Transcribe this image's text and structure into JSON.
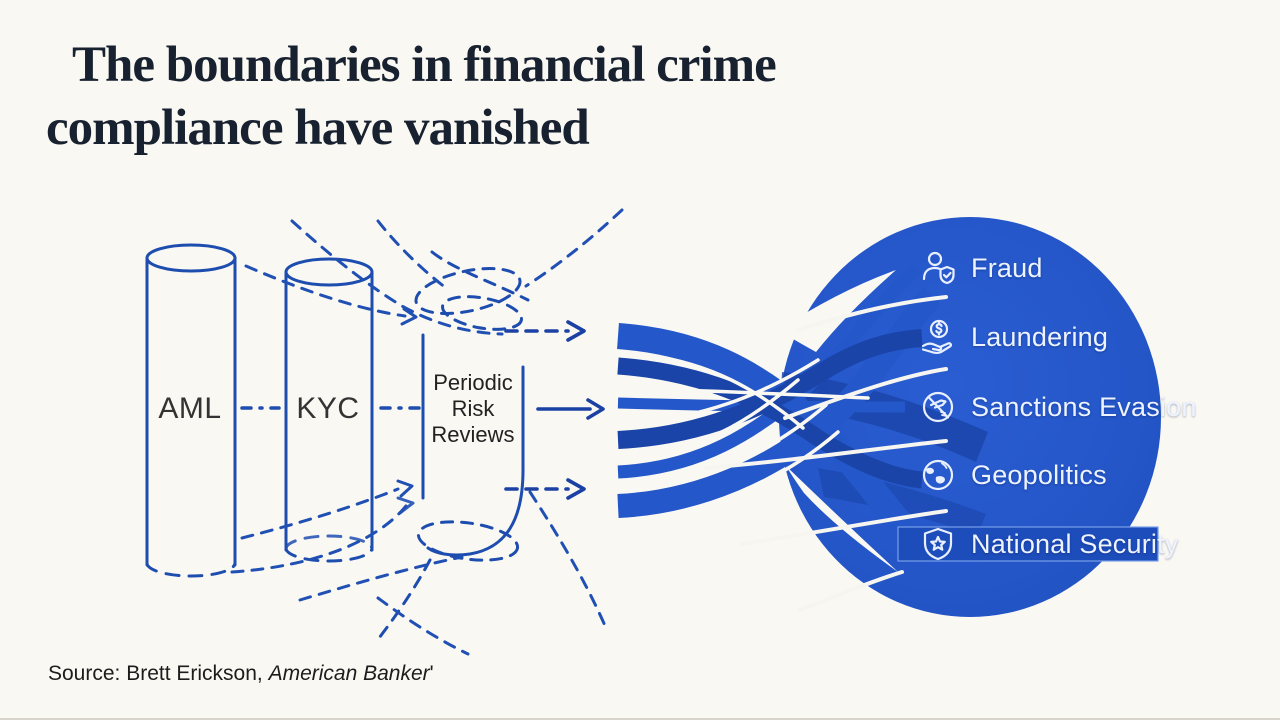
{
  "title": {
    "line1": "The boundaries in financial crime",
    "line2": "compliance have vanished"
  },
  "pipeline": {
    "stages": [
      {
        "label": "AML"
      },
      {
        "label": "KYC"
      },
      {
        "label_line1": "Periodic",
        "label_line2": "Risk",
        "label_line3": "Reviews"
      }
    ]
  },
  "threats": {
    "items": [
      {
        "label": "Fraud",
        "icon": "user-shield-icon"
      },
      {
        "label": "Laundering",
        "icon": "money-hand-icon"
      },
      {
        "label": "Sanctions Evasion",
        "icon": "no-travel-icon"
      },
      {
        "label": "Geopolitics",
        "icon": "globe-icon"
      },
      {
        "label": "National Security",
        "icon": "shield-star-icon"
      }
    ]
  },
  "source": {
    "prefix": "Source: Brett Erickson, ",
    "publication": "American Banker",
    "suffix": "'"
  },
  "colors": {
    "background": "#faf8f3",
    "title_text": "#17212f",
    "diagram_blue": "#1e4db0",
    "blob_blue": "#2456c8",
    "dark_ribbon_blue": "#1a44a8",
    "stage_label_text": "#333333",
    "threat_text": "#edf3ff",
    "highlight_bar": "#1d4cbb"
  }
}
